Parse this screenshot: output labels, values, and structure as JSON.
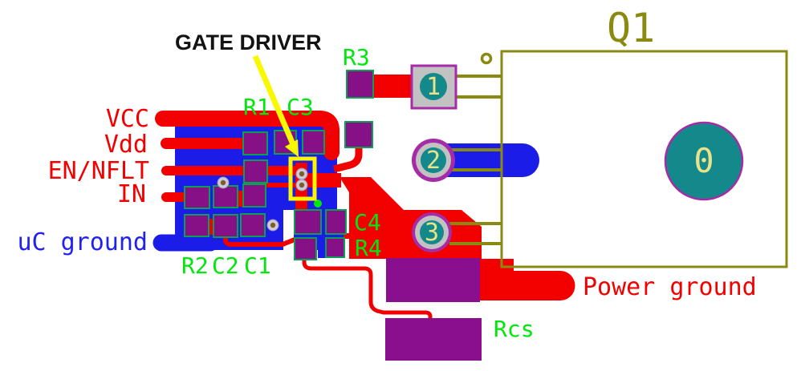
{
  "annotation": {
    "gate_driver": "GATE DRIVER"
  },
  "nets": {
    "vcc": "VCC",
    "vdd": "Vdd",
    "en_nflt": "EN/NFLT",
    "in": "IN",
    "uc_ground": "uC ground",
    "power_ground": "Power ground"
  },
  "components": {
    "r1": "R1",
    "c3": "C3",
    "r3": "R3",
    "c4": "C4",
    "r4": "R4",
    "r2": "R2",
    "c2": "C2",
    "c1": "C1",
    "rcs": "Rcs",
    "q1": "Q1"
  },
  "pads": {
    "pad0": "0",
    "pad1": "1",
    "pad2": "2",
    "pad3": "3"
  },
  "colors": {
    "copper_top_red": "#f20000",
    "copper_bottom_blue": "#1c1ce8",
    "pad_purple": "#861086",
    "pad_ring_purple": "#a62ba6",
    "pad_teal": "#13898b",
    "pad_gray": "#c2c2c2",
    "pad_outline_green": "#0c9e55",
    "silkscreen_green": "#00e70c",
    "label_red": "#f20000",
    "label_blue": "#2121f3",
    "outline_olive": "#8a8a10",
    "highlight_yellow": "#f8f800",
    "number_khaki": "#eae38a",
    "annotation_black": "#131313"
  }
}
